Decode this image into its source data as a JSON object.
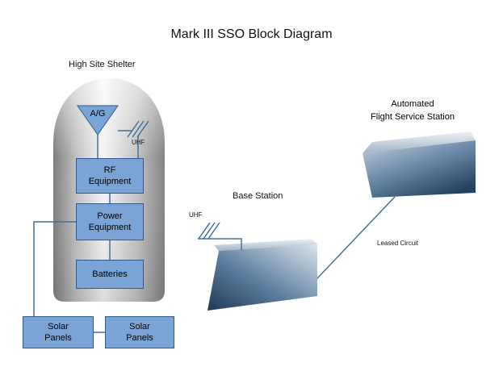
{
  "title": "Mark III SSO Block Diagram",
  "shelter": {
    "label": "High Site Shelter",
    "antenna_feed": "A/G",
    "uhf_label": "UHF",
    "blocks": {
      "rf": {
        "line1": "RF",
        "line2": "Equipment"
      },
      "power": {
        "line1": "Power",
        "line2": "Equipment"
      },
      "batteries": {
        "line1": "Batteries"
      }
    }
  },
  "solar": {
    "left": {
      "line1": "Solar",
      "line2": "Panels"
    },
    "right": {
      "line1": "Solar",
      "line2": "Panels"
    }
  },
  "base_station": {
    "label": "Base Station",
    "uhf_label": "UHF"
  },
  "afss": {
    "line1": "Automated",
    "line2": "Flight Service Station"
  },
  "leased_circuit_label": "Leased Circuit",
  "colors": {
    "block_fill": "#7aa4d6",
    "block_border": "#2f5b8f",
    "connector": "#41719c",
    "background": "#ffffff"
  }
}
